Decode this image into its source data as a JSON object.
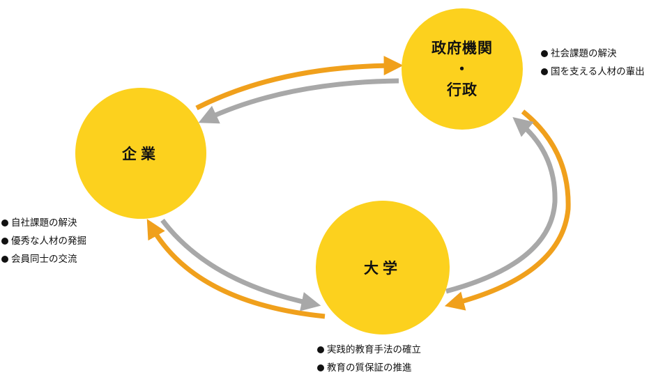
{
  "colors": {
    "circle": "#fcd11e",
    "orange_arrow": "#f0a01c",
    "gray_arrow": "#a8a8a8"
  },
  "nodes": {
    "government": {
      "label": "政府機関\n・\n行政"
    },
    "company": {
      "label": "企業"
    },
    "university": {
      "label": "大学"
    }
  },
  "lists": {
    "government": [
      "社会課題の解決",
      "国を支える人材の輩出"
    ],
    "company": [
      "自社課題の解決",
      "優秀な人材の発掘",
      "会員同士の交流"
    ],
    "university": [
      "実践的教育手法の確立",
      "教育の質保証の推進"
    ]
  }
}
